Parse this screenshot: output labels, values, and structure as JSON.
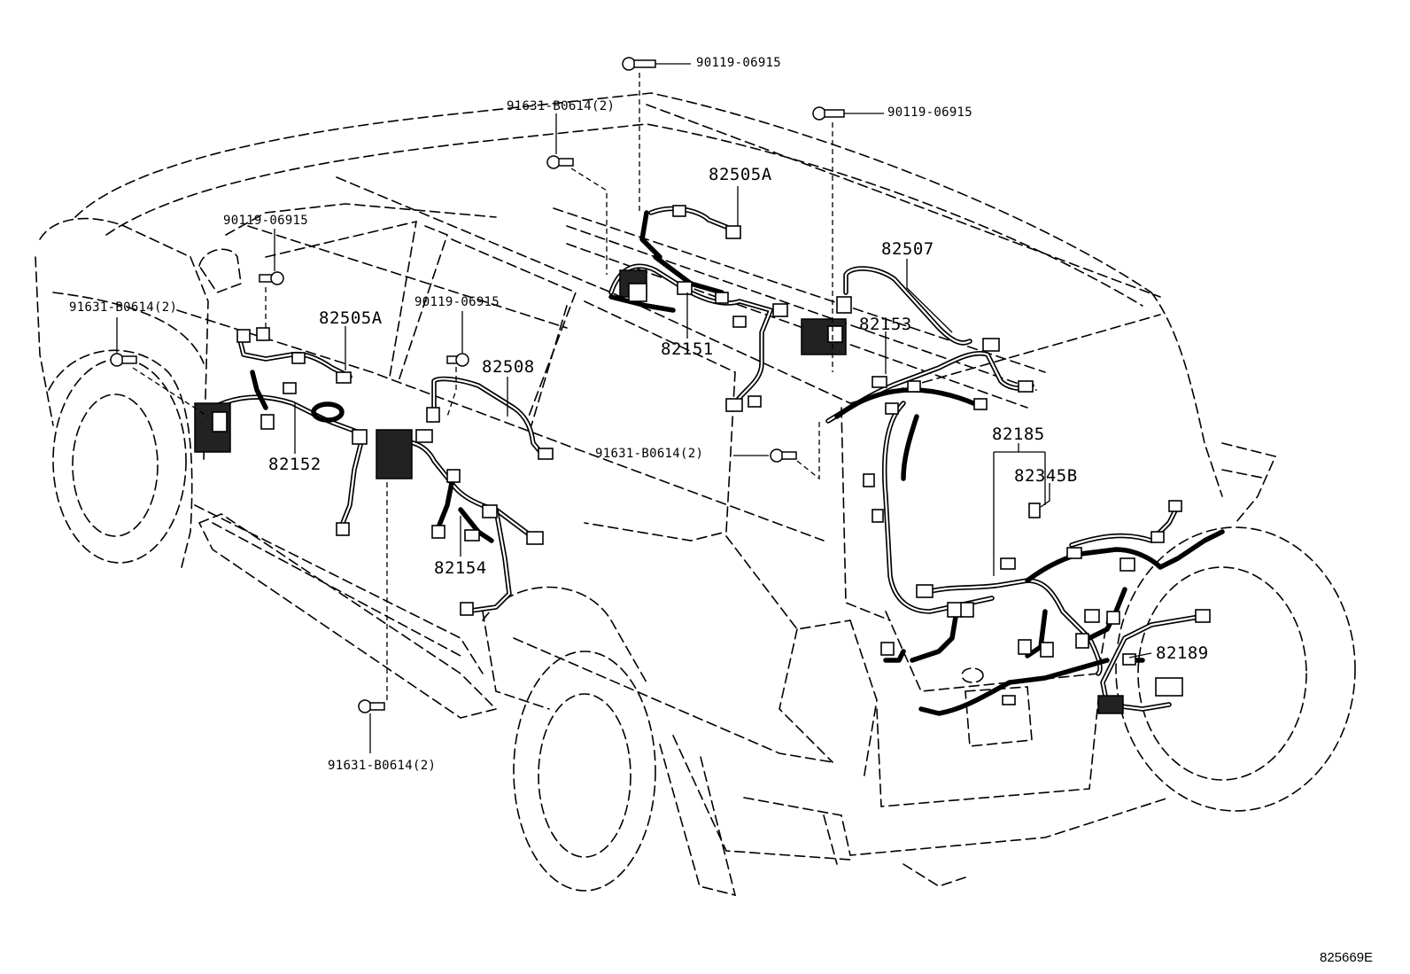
{
  "diagram": {
    "labels": {
      "bolt_top_center": "90119-06915",
      "bolt_top_right": "90119-06915",
      "screw_top_center": "91631-B0614(2)",
      "bolt_left_upper": "90119-06915",
      "screw_left": "91631-B0614(2)",
      "bolt_center_door": "90119-06915",
      "screw_center_right": "91631-B0614(2)",
      "screw_bottom": "91631-B0614(2)",
      "part_82505A_top": "82505A",
      "part_82505A_left": "82505A",
      "part_82507": "82507",
      "part_82153": "82153",
      "part_82151": "82151",
      "part_82508": "82508",
      "part_82152": "82152",
      "part_82154": "82154",
      "part_82185": "82185",
      "part_82345B": "82345B",
      "part_82189": "82189",
      "figure_code": "825669E"
    }
  }
}
